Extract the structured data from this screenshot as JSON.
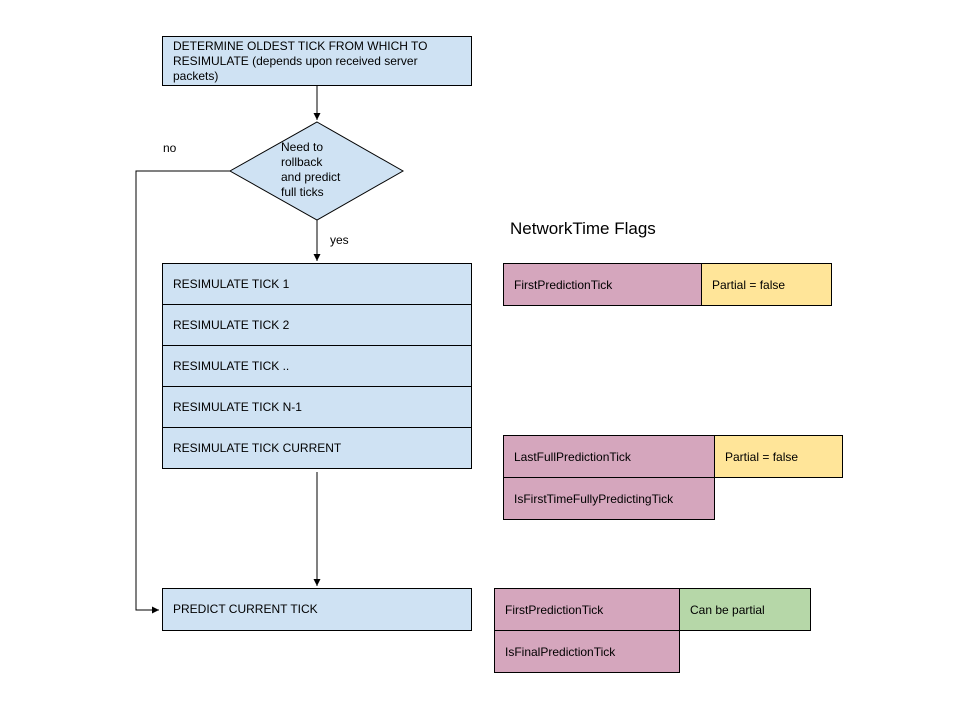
{
  "colors": {
    "node_blue": "#cfe2f3",
    "flag_pink": "#d5a6bd",
    "note_yellow": "#ffe599",
    "note_green": "#b6d7a8",
    "border": "#000000"
  },
  "flowchart": {
    "start_box": "DETERMINE OLDEST TICK FROM WHICH TO\nRESIMULATE (depends upon received server\npackets)",
    "decision": "Need to\nrollback\nand predict\nfull ticks",
    "no_label": "no",
    "yes_label": "yes",
    "resimulate_ticks": [
      "RESIMULATE TICK 1",
      "RESIMULATE TICK 2",
      "RESIMULATE TICK ..",
      "RESIMULATE TICK N-1",
      "RESIMULATE TICK CURRENT"
    ],
    "predict_box": "PREDICT CURRENT TICK"
  },
  "flags_panel": {
    "title": "NetworkTime Flags",
    "groups": [
      {
        "rows": [
          {
            "flag": "FirstPredictionTick",
            "note": "Partial = false"
          }
        ]
      },
      {
        "rows": [
          {
            "flag": "LastFullPredictionTick",
            "note": "Partial = false"
          },
          {
            "flag": "IsFirstTimeFullyPredictingTick"
          }
        ]
      },
      {
        "rows": [
          {
            "flag": "FirstPredictionTick",
            "note": "Can be partial"
          },
          {
            "flag": "IsFinalPredictionTick"
          }
        ]
      }
    ]
  }
}
